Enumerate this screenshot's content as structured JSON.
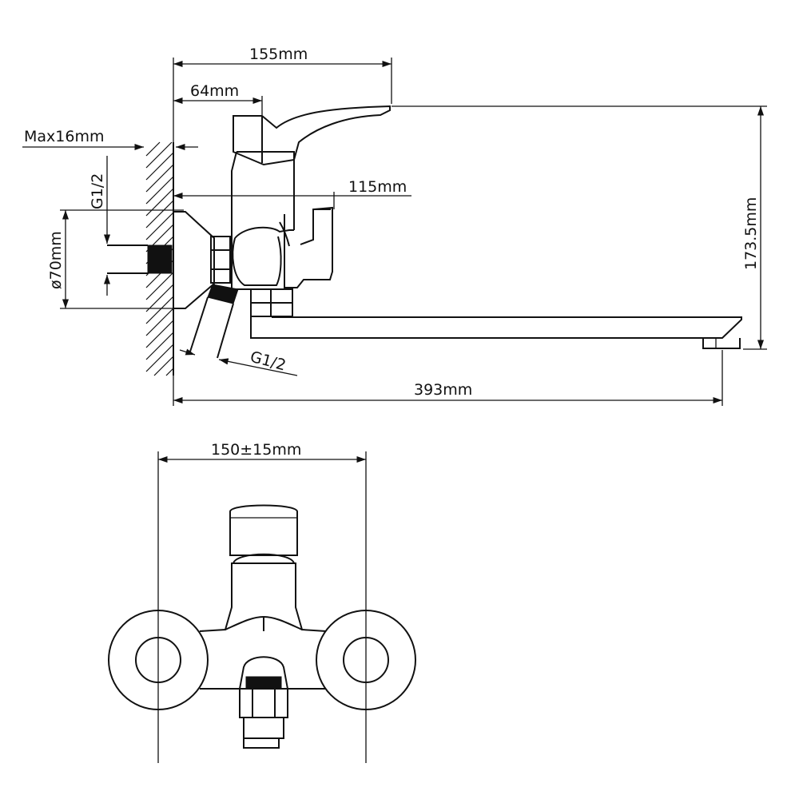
{
  "dimensions": {
    "width_total": "155mm",
    "handle_offset": "64mm",
    "max_wall": "Max16mm",
    "inlet_thread_wall": "G1/2",
    "center_body": "115mm",
    "flange_diameter": "ø70mm",
    "inlet_thread_side": "G1/2",
    "spout_length": "393mm",
    "height": "173.5mm",
    "inlet_spacing": "150±15mm"
  },
  "colors": {
    "line": "#111111",
    "background": "#ffffff"
  }
}
